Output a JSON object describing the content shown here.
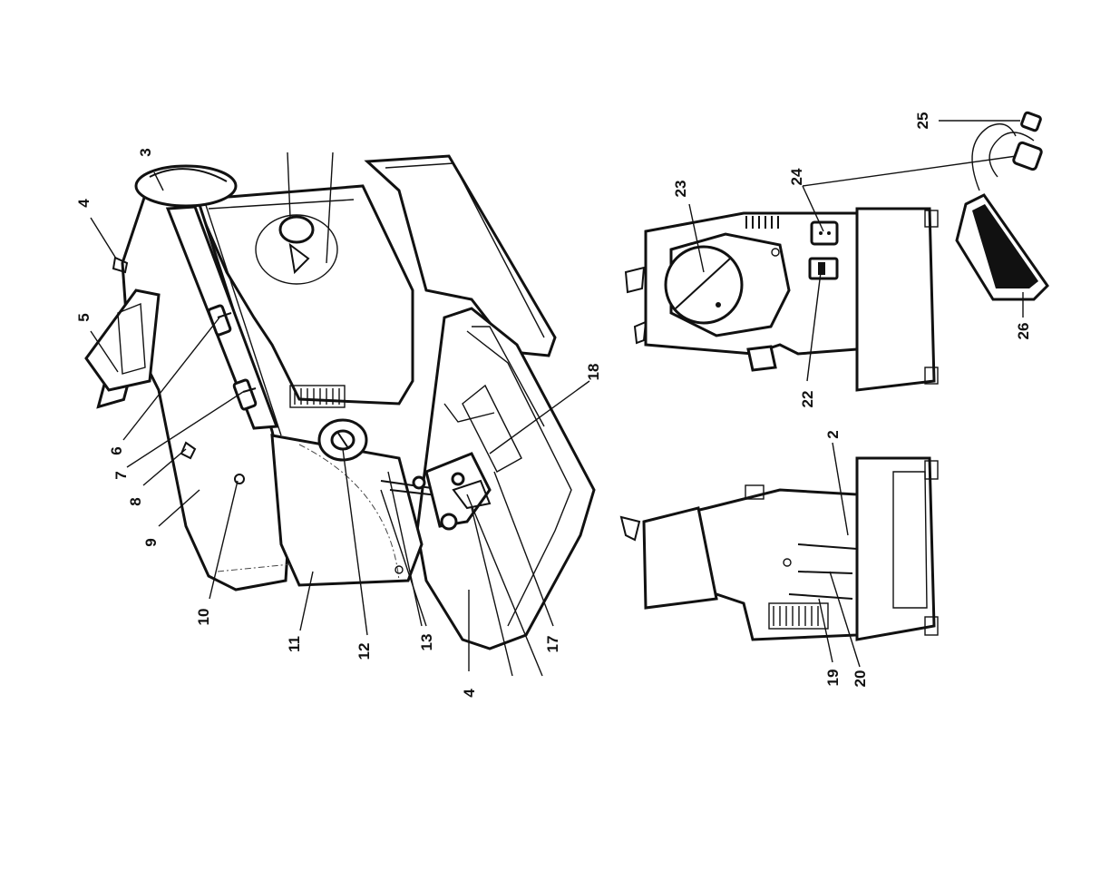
{
  "labels": {
    "l2": "2",
    "l3": "3",
    "l4a": "4",
    "l4b": "4",
    "l5": "5",
    "l6": "6",
    "l7": "7",
    "l8": "8",
    "l9": "9",
    "l10": "10",
    "l11": "11",
    "l12": "12",
    "l13": "13",
    "l17": "17",
    "l18": "18",
    "l19": "19",
    "l20": "20",
    "l22": "22",
    "l23": "23",
    "l24": "24",
    "l25": "25",
    "l26": "26"
  }
}
